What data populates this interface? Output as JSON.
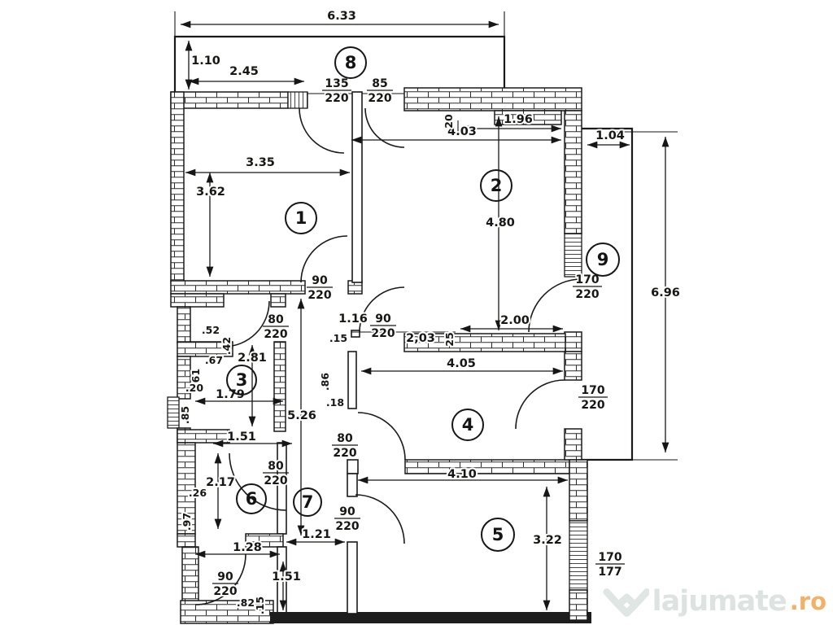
{
  "watermark": {
    "brand": "lajumate",
    "tld": ".ro"
  },
  "plan": {
    "rooms": {
      "r1": "1",
      "r2": "2",
      "r3": "3",
      "r4": "4",
      "r5": "5",
      "r6": "6",
      "r7": "7",
      "r8": "8",
      "r9": "9"
    },
    "dims": {
      "total_width": "6.33",
      "balcony_depth": "1.10",
      "balcony_left": "2.45",
      "r1_width": "3.35",
      "r1_height": "3.62",
      "r2_top": "4.03",
      "r2_top_inner": "1.96",
      "r2_wall_step": "20",
      "r2_height": "4.80",
      "b9_width": "1.04",
      "right_height": "6.96",
      "r3_s52": ".52",
      "r3_s42": ".42",
      "r3_s67": ".67",
      "r3_s61": ".61",
      "r3_s20": ".20",
      "r3_s85": ".85",
      "r3_height": "2.81",
      "r3_width": "1.79",
      "hall_height": "5.26",
      "hall_116": "1.16",
      "hall_s15": ".15",
      "pass_203": "2,03",
      "pass_s25": "25",
      "r2_niche": "2.00",
      "r4_s86": ".86",
      "r4_s18": ".18",
      "r4_width": "4.05",
      "r6_top": "1.51",
      "r6_height": "2.17",
      "r6_s26": ".26",
      "r6_s97": ".97",
      "hall_bottom": "1.21",
      "entry_width": "1.28",
      "entry_height": "1.51",
      "entry_s82": ".82",
      "entry_s15": ".15",
      "r5_width": "4.10",
      "r5_height": "3.22"
    },
    "doors": {
      "top_135": {
        "w": "135",
        "h": "220"
      },
      "top_85": {
        "w": "85",
        "h": "220"
      },
      "room1": {
        "w": "90",
        "h": "220"
      },
      "room3": {
        "w": "80",
        "h": "220"
      },
      "hall_room2": {
        "w": "90",
        "h": "220"
      },
      "balcony9": {
        "w": "170",
        "h": "220"
      },
      "room4_right": {
        "w": "170",
        "h": "220"
      },
      "room4_pass": {
        "w": "80",
        "h": "220"
      },
      "room6": {
        "w": "80",
        "h": "220"
      },
      "room5": {
        "w": "90",
        "h": "220"
      },
      "entry": {
        "w": "90",
        "h": "220"
      }
    },
    "window_label": {
      "w": "170",
      "h": "177"
    }
  }
}
